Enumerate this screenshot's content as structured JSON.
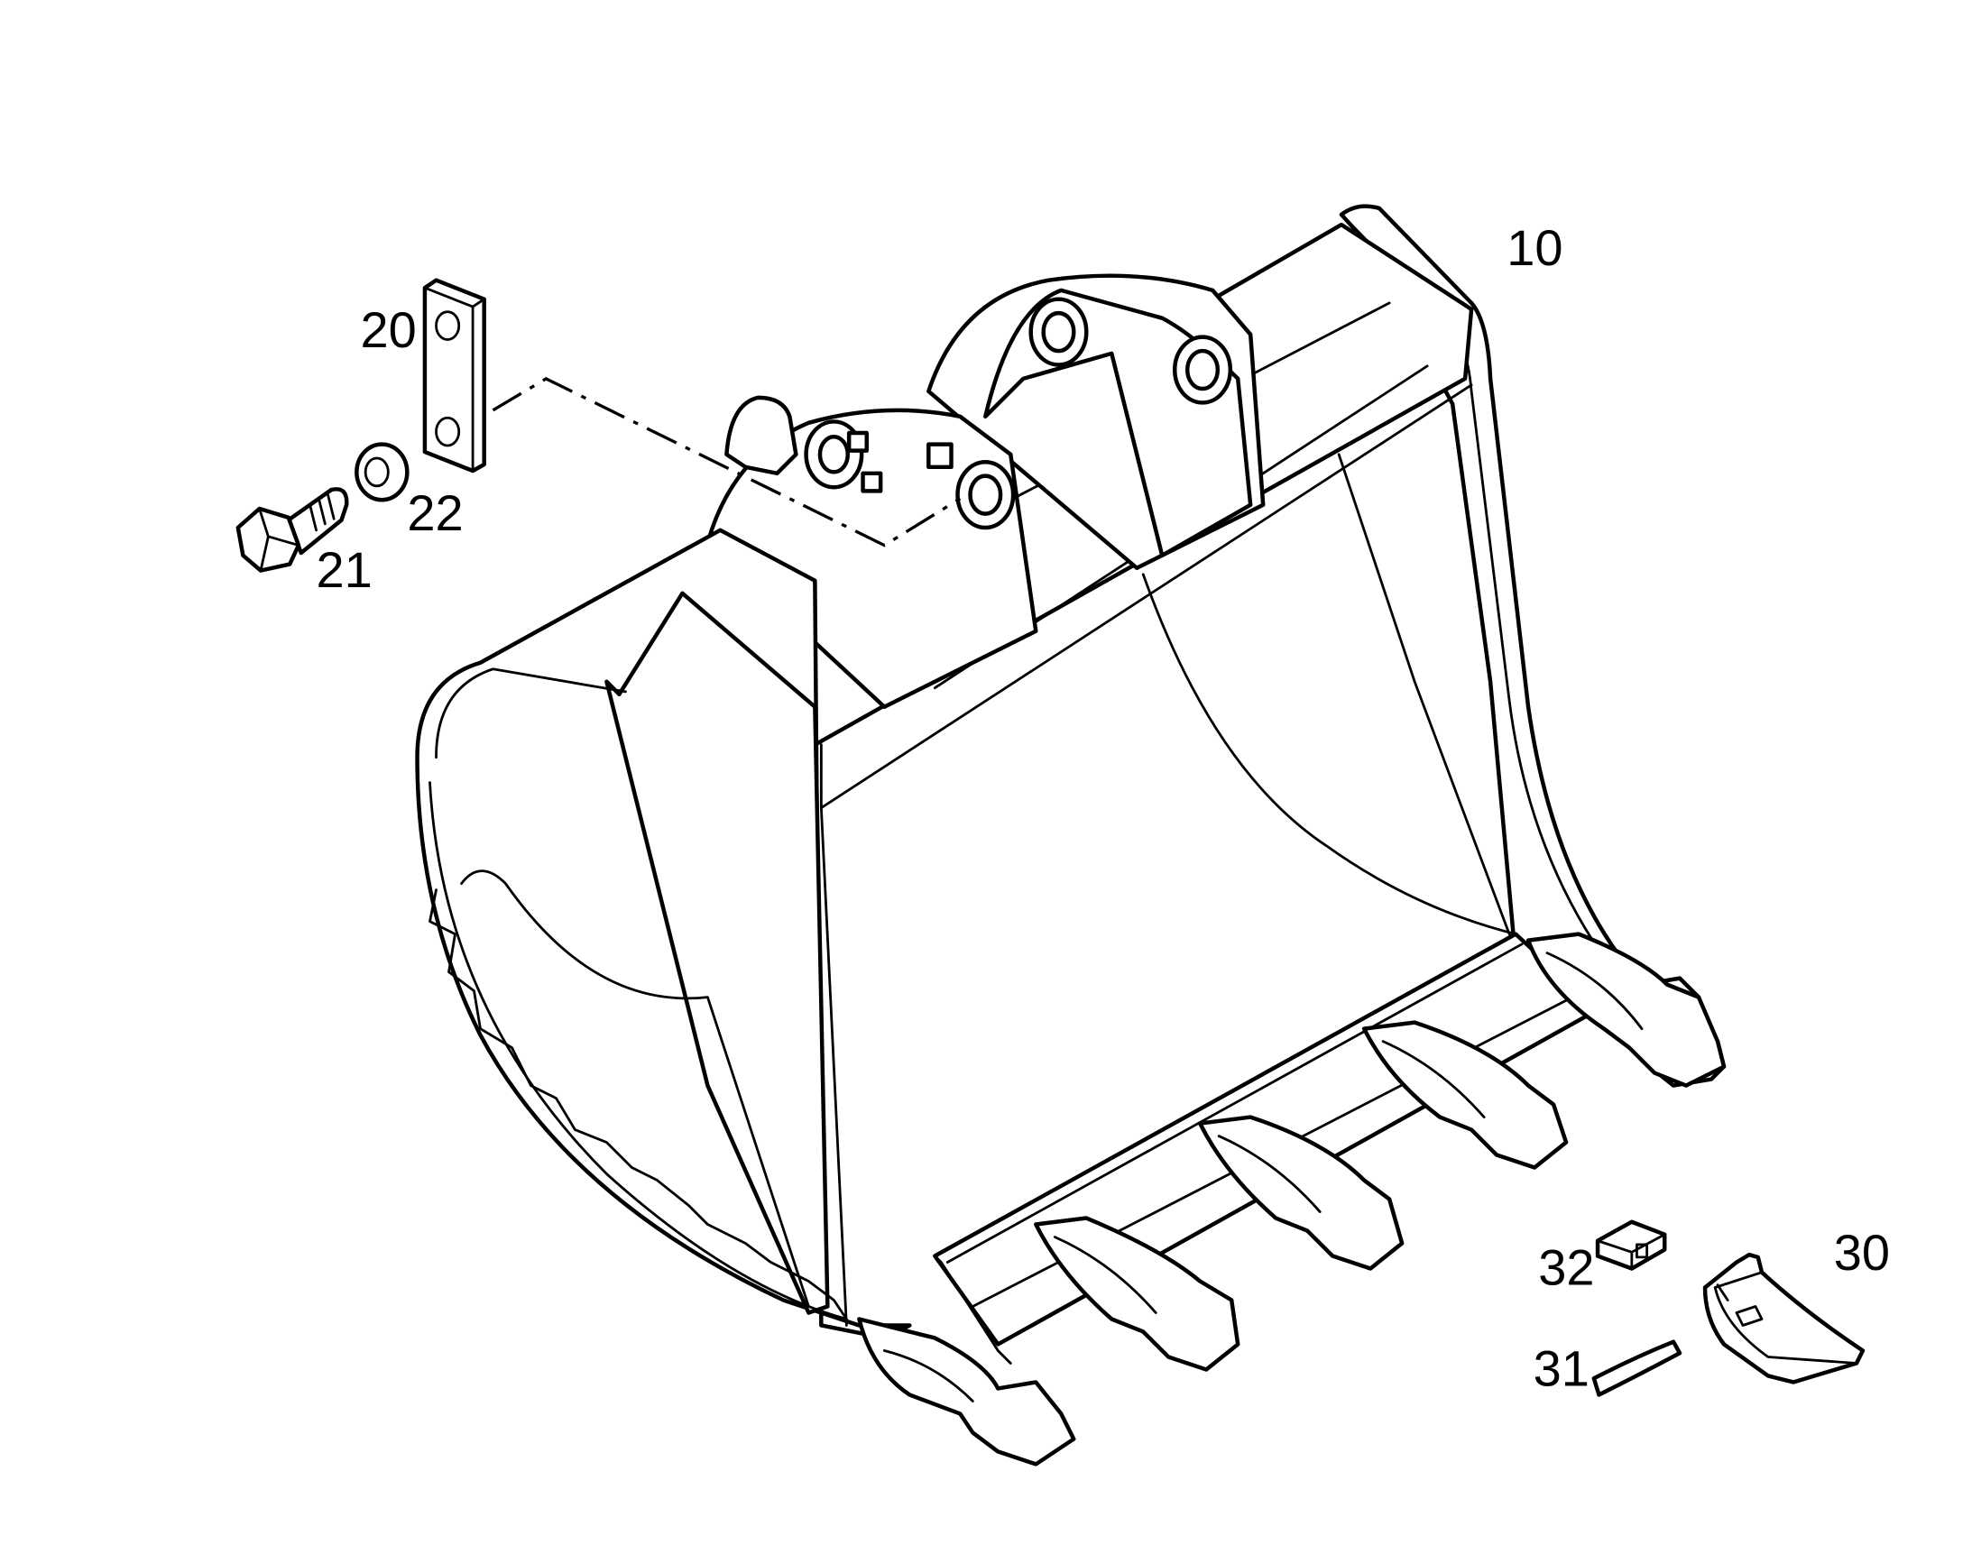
{
  "callouts": [
    {
      "id": "10",
      "part": "bucket"
    },
    {
      "id": "20",
      "part": "plate"
    },
    {
      "id": "21",
      "part": "bolt"
    },
    {
      "id": "22",
      "part": "washer"
    },
    {
      "id": "30",
      "part": "tooth"
    },
    {
      "id": "31",
      "part": "pin"
    },
    {
      "id": "32",
      "part": "lock"
    }
  ],
  "colors": {
    "line": "#000000",
    "background": "#ffffff"
  }
}
